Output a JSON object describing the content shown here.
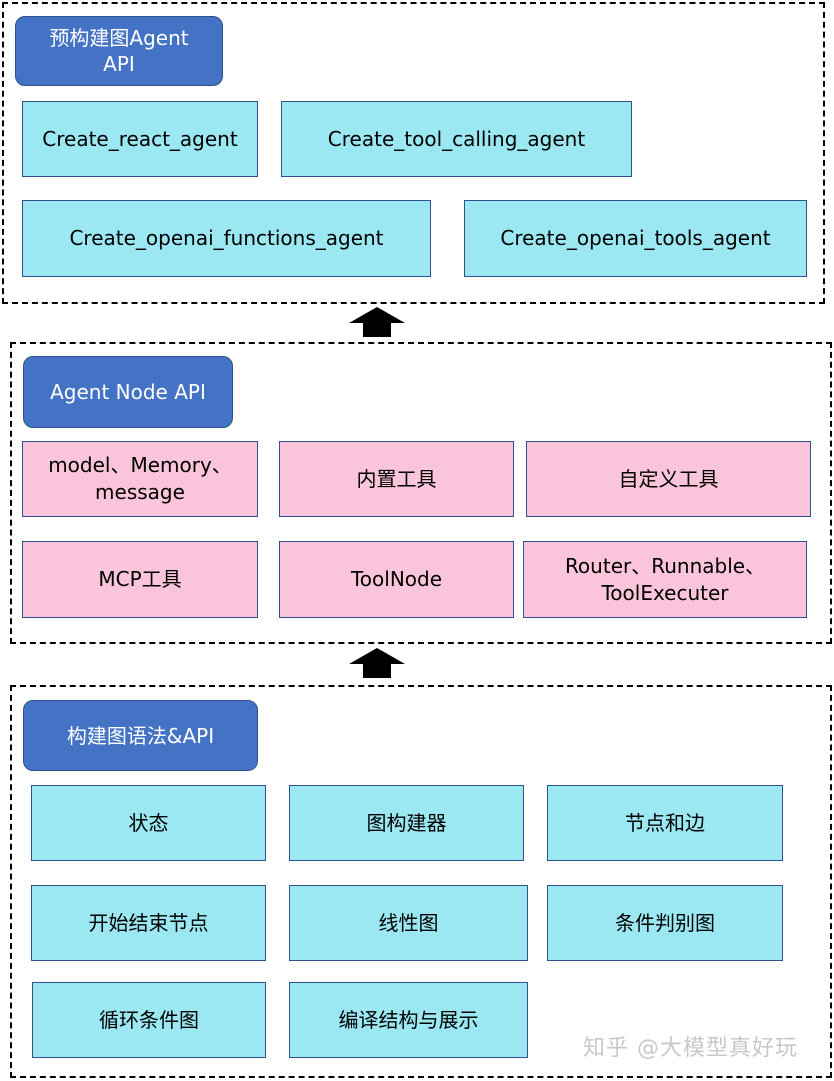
{
  "top": {
    "title": "预构建图Agent\nAPI",
    "items": [
      "Create_react_agent",
      "Create_tool_calling_agent",
      "Create_openai_functions_agent",
      "Create_openai_tools_agent"
    ]
  },
  "middle": {
    "title": "Agent Node API",
    "items": [
      "model、Memory、\nmessage",
      "内置工具",
      "自定义工具",
      "MCP工具",
      "ToolNode",
      "Router、Runnable、\nToolExecuter"
    ]
  },
  "bottom": {
    "title": "构建图语法&API",
    "items": [
      "状态",
      "图构建器",
      "节点和边",
      "开始结束节点",
      "线性图",
      "条件判别图",
      "循环条件图",
      "编译结构与展示"
    ]
  },
  "watermark": "知乎 @大模型真好玩",
  "colors": {
    "header": "#4472c4",
    "cyan_box": "#9be8f3",
    "pink_box": "#fac4da"
  }
}
